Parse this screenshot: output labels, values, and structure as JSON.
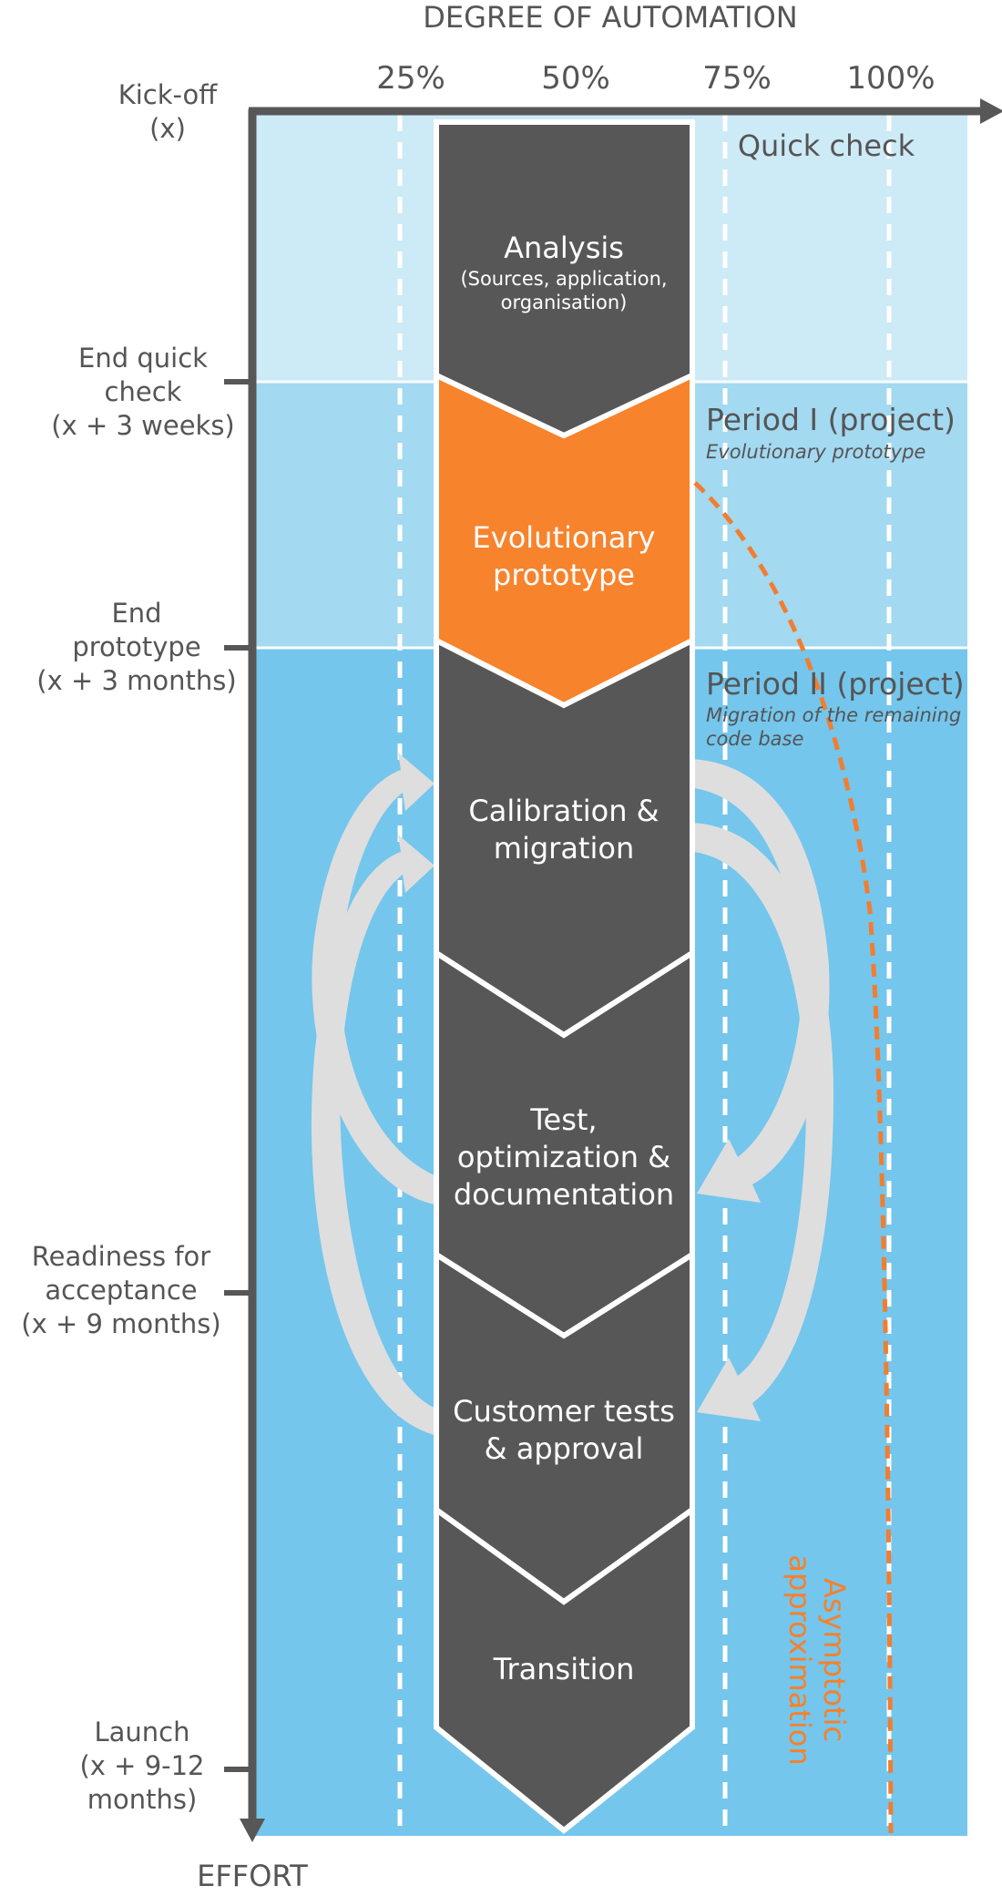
{
  "axis": {
    "x_title": "DEGREE OF AUTOMATION",
    "y_title": "EFFORT",
    "ticks": [
      "25%",
      "50%",
      "75%",
      "100%"
    ]
  },
  "milestones": [
    {
      "lines": [
        "Kick-off",
        "(x)"
      ]
    },
    {
      "lines": [
        "End quick",
        "check",
        "(x + 3 weeks)"
      ]
    },
    {
      "lines": [
        "End",
        "prototype",
        "(x + 3 months)"
      ]
    },
    {
      "lines": [
        "Readiness for",
        "acceptance",
        "(x + 9 months)"
      ]
    },
    {
      "lines": [
        "Launch",
        "(x + 9-12",
        "months)"
      ]
    }
  ],
  "periods": {
    "quick_check": "Quick check",
    "period1": {
      "title": "Period I (project)",
      "subtitle": "Evolutionary prototype"
    },
    "period2": {
      "title": "Period II (project)",
      "subtitle_lines": [
        "Migration of the remaining",
        "code base"
      ]
    }
  },
  "stages": [
    {
      "title": "Analysis",
      "subtitle_lines": [
        "(Sources, application,",
        "organisation)"
      ],
      "color": "#575757"
    },
    {
      "title_lines": [
        "Evolutionary",
        "prototype"
      ],
      "color": "#f7832d"
    },
    {
      "title_lines": [
        "Calibration &",
        "migration"
      ],
      "color": "#575757"
    },
    {
      "title_lines": [
        "Test,",
        "optimization &",
        "documentation"
      ],
      "color": "#575757"
    },
    {
      "title_lines": [
        "Customer tests",
        "& approval"
      ],
      "color": "#575757"
    },
    {
      "title_lines": [
        "Transition"
      ],
      "color": "#575757"
    }
  ],
  "annotation": {
    "lines": [
      "Asymptotic",
      "approximation"
    ]
  },
  "colors": {
    "band_quick": "#cdeaf7",
    "band_period1": "#a3d9f1",
    "band_period2": "#74c6ec",
    "stage_dark": "#575757",
    "stage_accent": "#f7832d",
    "axis": "#575757",
    "arrows": "#dedede",
    "curve": "#f27d2f"
  }
}
